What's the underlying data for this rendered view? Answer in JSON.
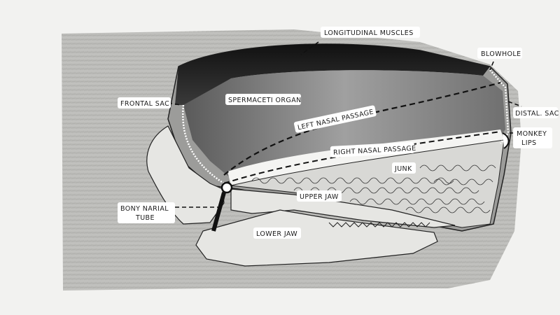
{
  "labels": {
    "longitudinal_muscles": "LONGITUDINAL MUSCLES",
    "blowhole": "BLOWHOLE",
    "frontal_sac": "FRONTAL SAC",
    "spermaceti_organ": "SPERMACETI ORGAN",
    "left_nasal_passage": "LEFT NASAL PASSAGE",
    "distal_sac": "DISTAL. SAC",
    "monkey": "MONKEY",
    "lips": "LIPS",
    "right_nasal_passage": "RIGHT NASAL PASSAGE",
    "junk": "JUNK",
    "upper_jaw": "UPPER JAW",
    "bony_narial": "BONY NARIAL",
    "tube": "TUBE",
    "lower_jaw": "LOWER JAW"
  },
  "colors": {
    "background": "#f2f2f0",
    "skin": "#b9b9b6",
    "muscle": "#1e1e1e",
    "organ": "#8a8a8a",
    "bone": "#e6e6e3",
    "ink": "#1a1a1a"
  }
}
